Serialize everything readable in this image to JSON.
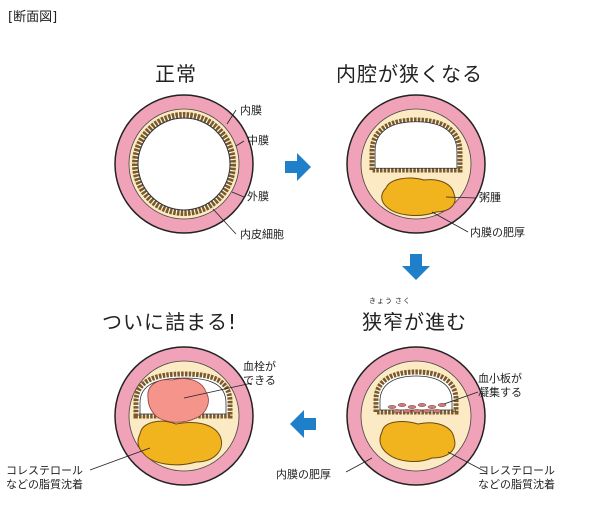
{
  "header": {
    "label": "[断面図]"
  },
  "panels": {
    "normal": {
      "title": "正常",
      "labels": {
        "intima": "内膜",
        "media": "中膜",
        "adventitia": "外膜",
        "endothelium": "内皮細胞"
      }
    },
    "narrowing": {
      "title": "内腔が狭くなる",
      "labels": {
        "atheroma": "粥腫",
        "intima_thickening": "内膜の肥厚"
      }
    },
    "stenosis": {
      "title": "狭窄が進む",
      "ruby_1": "きょう",
      "ruby_2": "さく",
      "labels": {
        "platelet_line1": "血小板が",
        "platelet_line2": "凝集する",
        "intima_thickening": "内膜の肥厚",
        "lipid_line1": "コレステロール",
        "lipid_line2": "などの脂質沈着"
      }
    },
    "occlusion": {
      "title": "ついに詰まる!",
      "labels": {
        "thrombus_line1": "血栓が",
        "thrombus_line2": "できる",
        "lipid_line1": "コレステロール",
        "lipid_line2": "などの脂質沈着"
      }
    }
  },
  "colors": {
    "adventitia": "#efa2b8",
    "media": "#fbeac3",
    "intima_lumen_border": "#7a5a2a",
    "plaque": "#f2b41e",
    "thrombus": "#f4948a",
    "platelet": "#c97c7c",
    "arrow": "#1f7fc9"
  }
}
